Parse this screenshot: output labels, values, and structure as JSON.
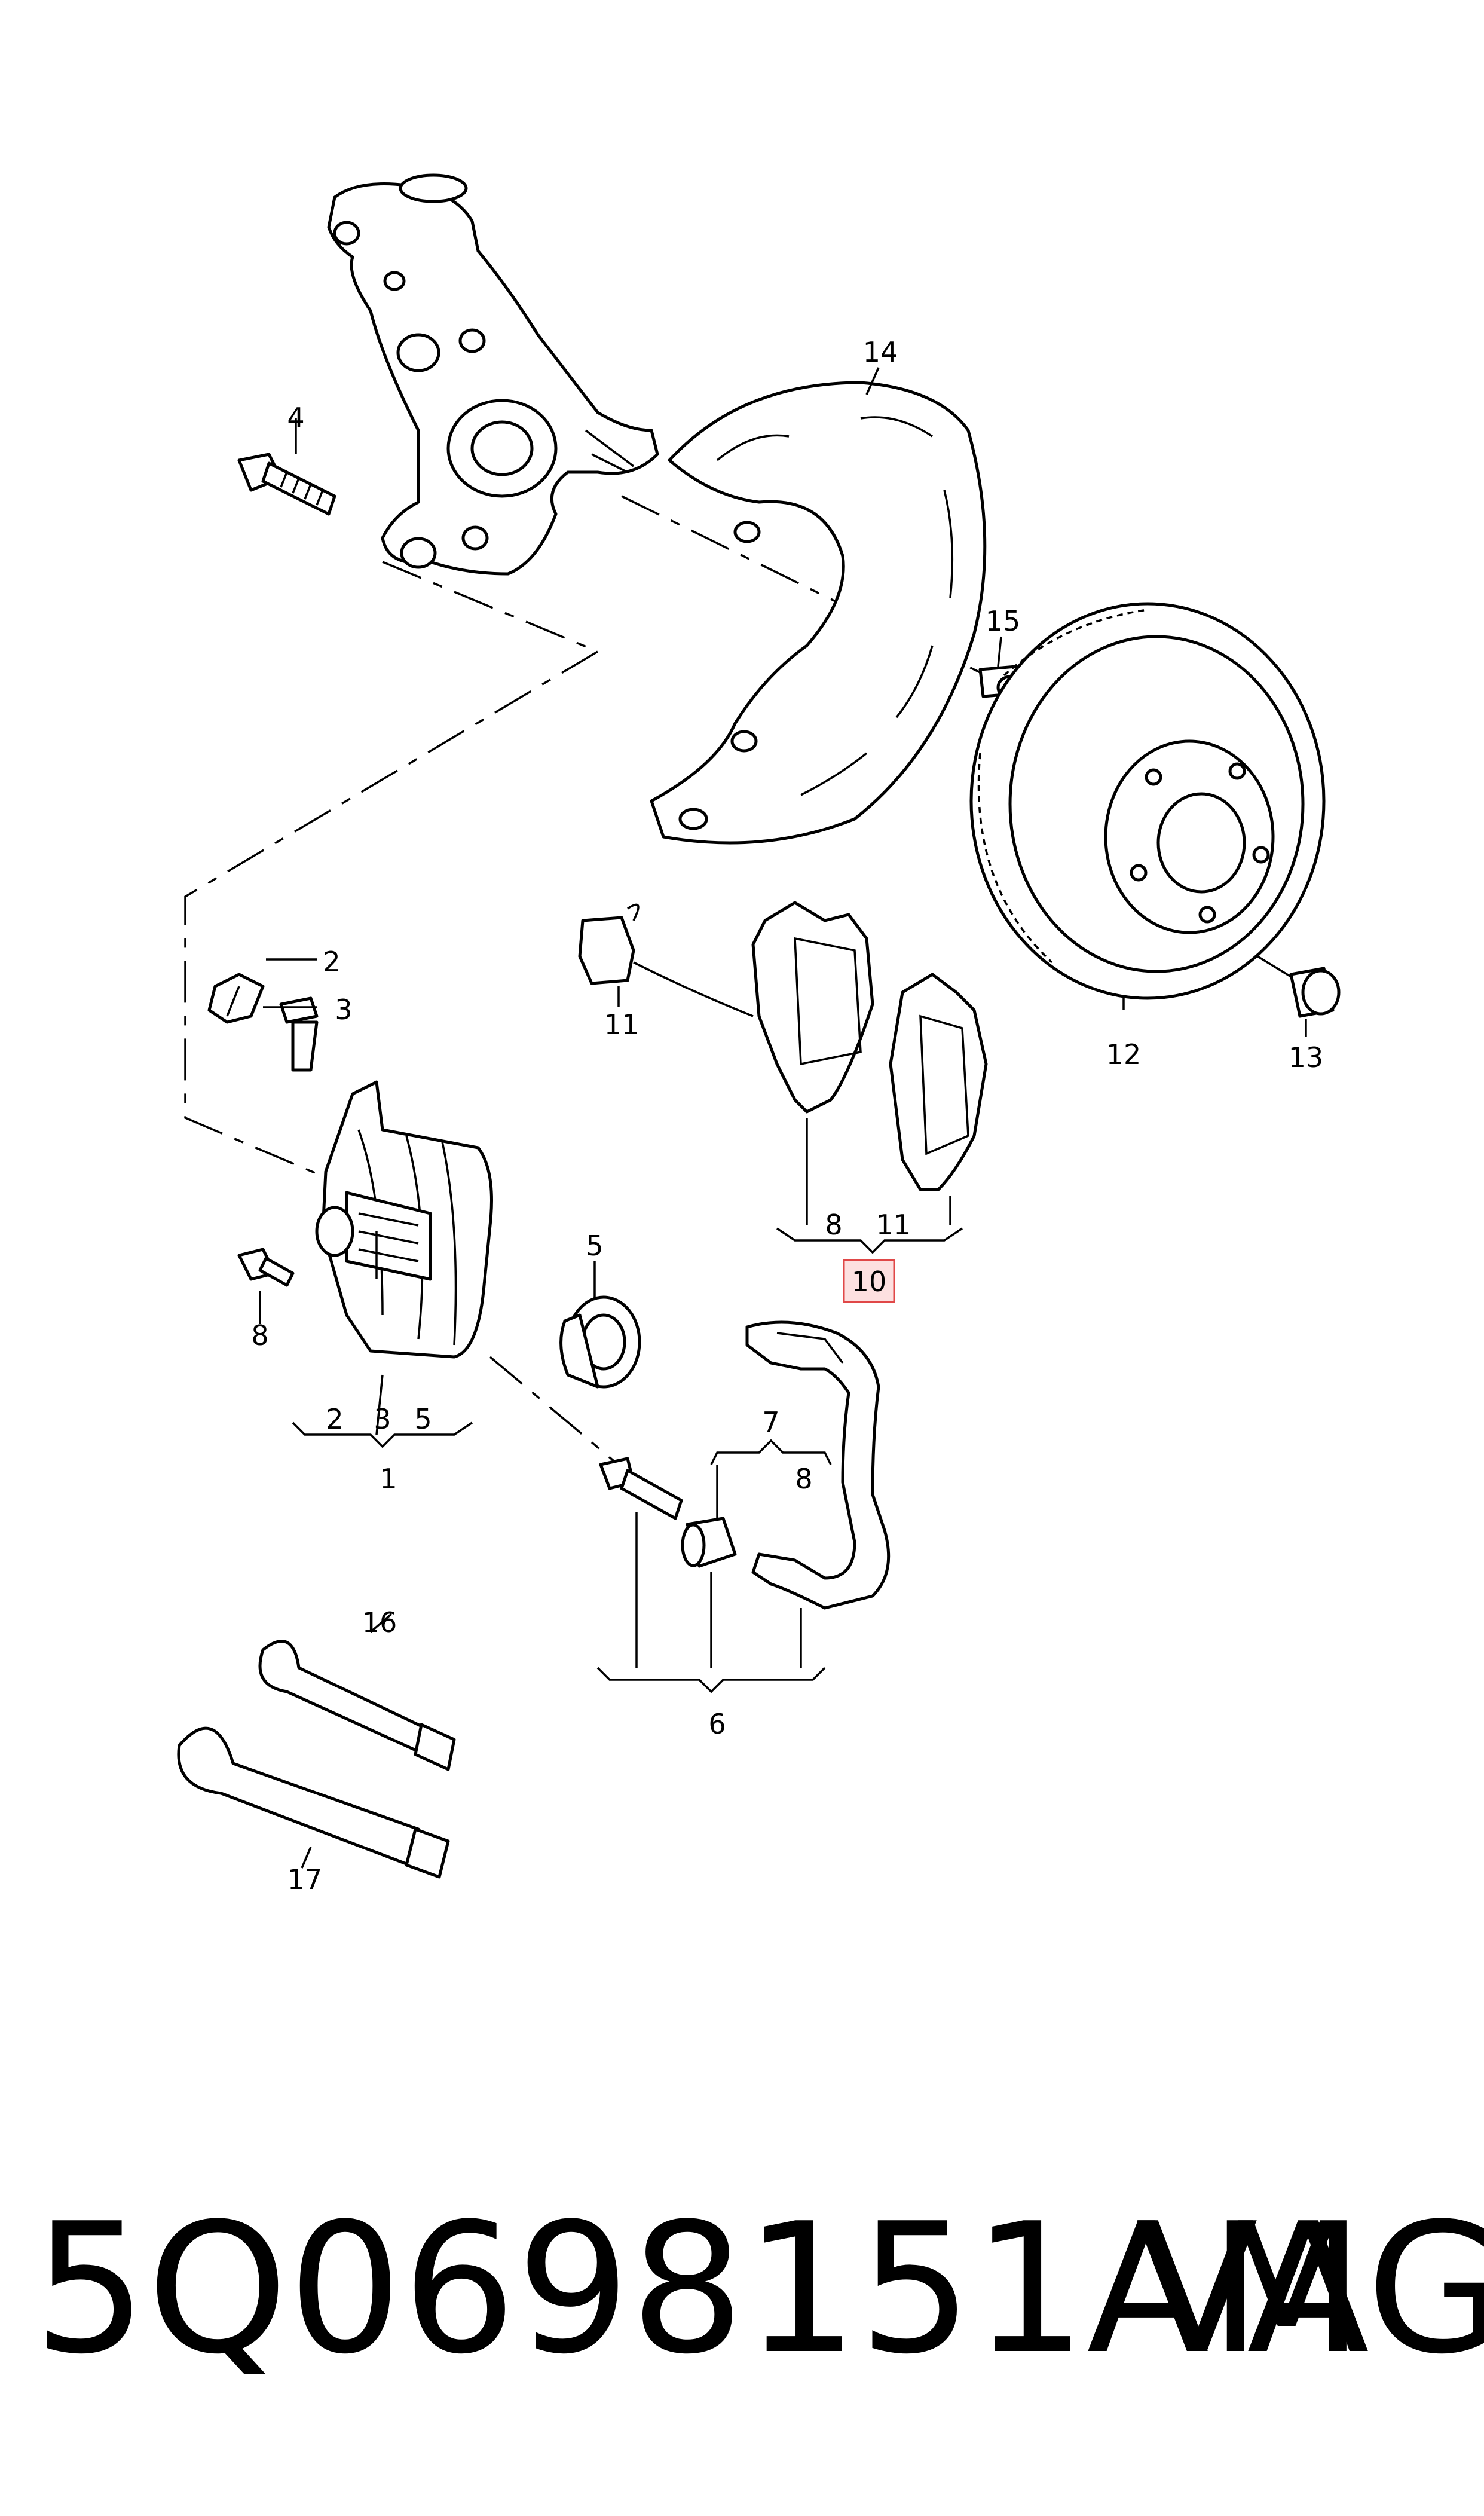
{
  "callouts": {
    "c1": "1",
    "c2a": "2",
    "c2b": "2",
    "c3a": "3",
    "c3b": "3",
    "c4": "4",
    "c5a": "5",
    "c5b": "5",
    "c6": "6",
    "c7": "7",
    "c8a": "8",
    "c8b": "8",
    "c8c": "8",
    "c10": "10",
    "c11a": "11",
    "c11b": "11",
    "c12": "12",
    "c13": "13",
    "c14": "14",
    "c15": "15",
    "c16": "16",
    "c17": "17"
  },
  "footer": {
    "part_number": "5Q0698151AM",
    "brand": "VAG"
  },
  "colors": {
    "highlight_fill": "#fde0e0",
    "highlight_stroke": "#e04848"
  }
}
